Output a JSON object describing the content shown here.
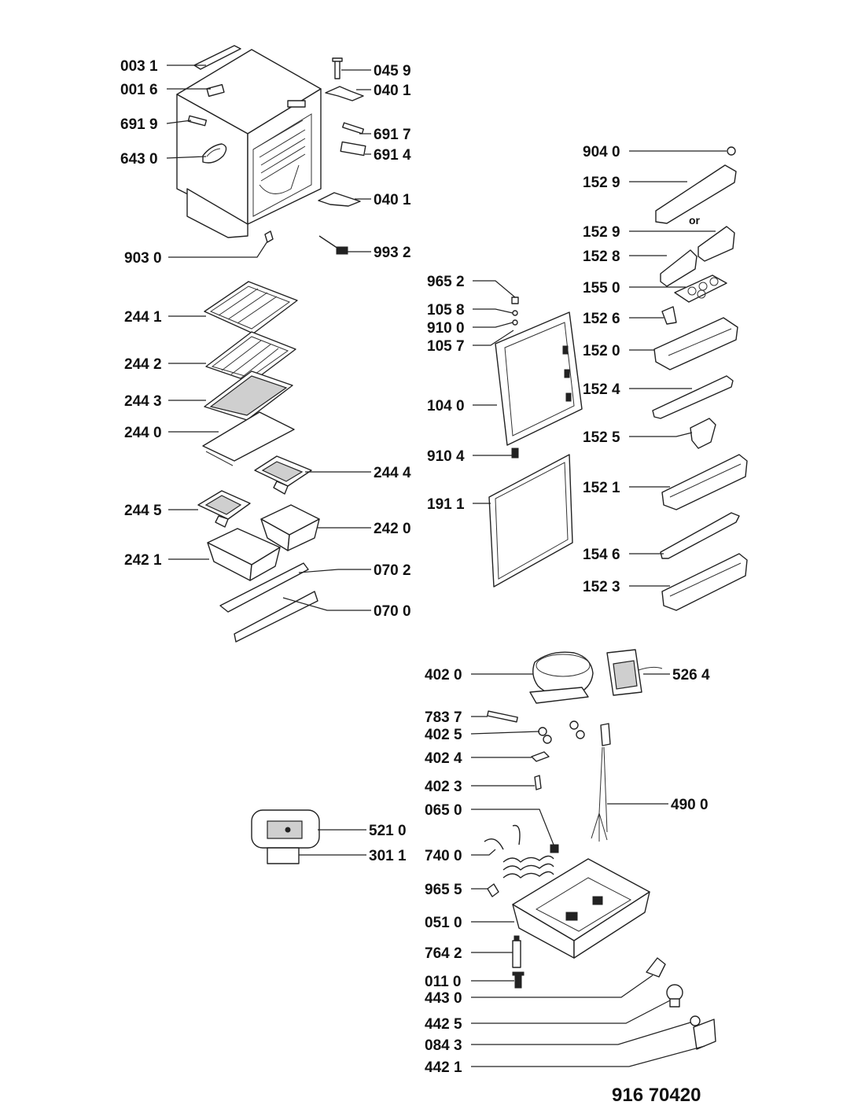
{
  "document_number": "916 70420",
  "or_text": "or",
  "labels": [
    "003 1",
    "001 6",
    "691 9",
    "643 0",
    "045 9",
    "040 1",
    "691 7",
    "691 4",
    "040 1",
    "993 2",
    "903 0",
    "904 0",
    "152 9",
    "152 9",
    "152 8",
    "155 0",
    "152 6",
    "152 0",
    "152 4",
    "152 5",
    "152 1",
    "154 6",
    "152 3",
    "965 2",
    "105 8",
    "910 0",
    "105 7",
    "104 0",
    "910 4",
    "191 1",
    "244 1",
    "244 2",
    "244 3",
    "244 0",
    "244 4",
    "244 5",
    "242 0",
    "242 1",
    "070 2",
    "070 0",
    "402 0",
    "526 4",
    "783 7",
    "402 5",
    "402 4",
    "402 3",
    "490 0",
    "065 0",
    "740 0",
    "965 5",
    "051 0",
    "764 2",
    "011 0",
    "443 0",
    "442 5",
    "084 3",
    "442 1",
    "521 0",
    "301 1"
  ]
}
